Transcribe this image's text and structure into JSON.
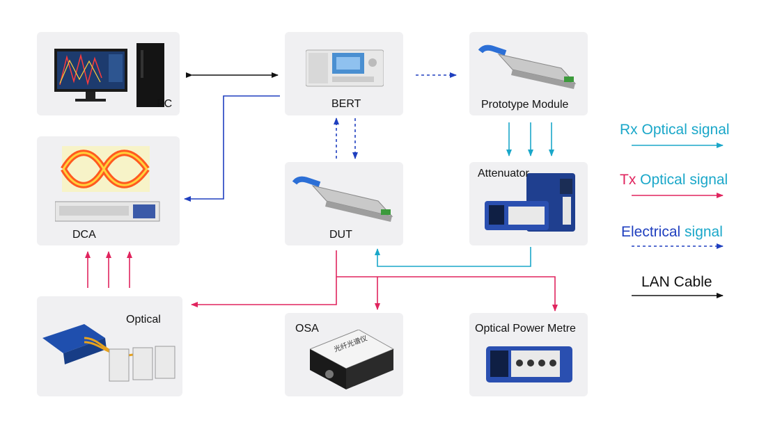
{
  "nodes": {
    "pc": {
      "label": "PC"
    },
    "bert": {
      "label": "BERT"
    },
    "prototype": {
      "label": "Prototype Module"
    },
    "dca": {
      "label": "DCA"
    },
    "dut": {
      "label": "DUT"
    },
    "attenuator": {
      "label": "Attenuator"
    },
    "optical": {
      "label": "Optical"
    },
    "osa": {
      "label": "OSA"
    },
    "opm": {
      "label": "Optical Power Metre"
    }
  },
  "legend": {
    "rx": {
      "prefix": "Rx",
      "suffix": " Optical signal",
      "color": "#1aa7c9"
    },
    "tx": {
      "prefix": "Tx",
      "suffix": " Optical signal",
      "color": "#e0245e"
    },
    "electrical": {
      "prefix": "Electrical",
      "suffix": " signal",
      "color": "#1f3fbf"
    },
    "lan": {
      "prefix": "LAN Cable",
      "suffix": "",
      "color": "#111111"
    }
  },
  "colors": {
    "rx": "#1aa7c9",
    "tx": "#e0245e",
    "electrical": "#1f3fbf",
    "lan": "#111111",
    "node_bg": "#f0f0f2"
  },
  "osa_device_text": "光纤光谱仪"
}
